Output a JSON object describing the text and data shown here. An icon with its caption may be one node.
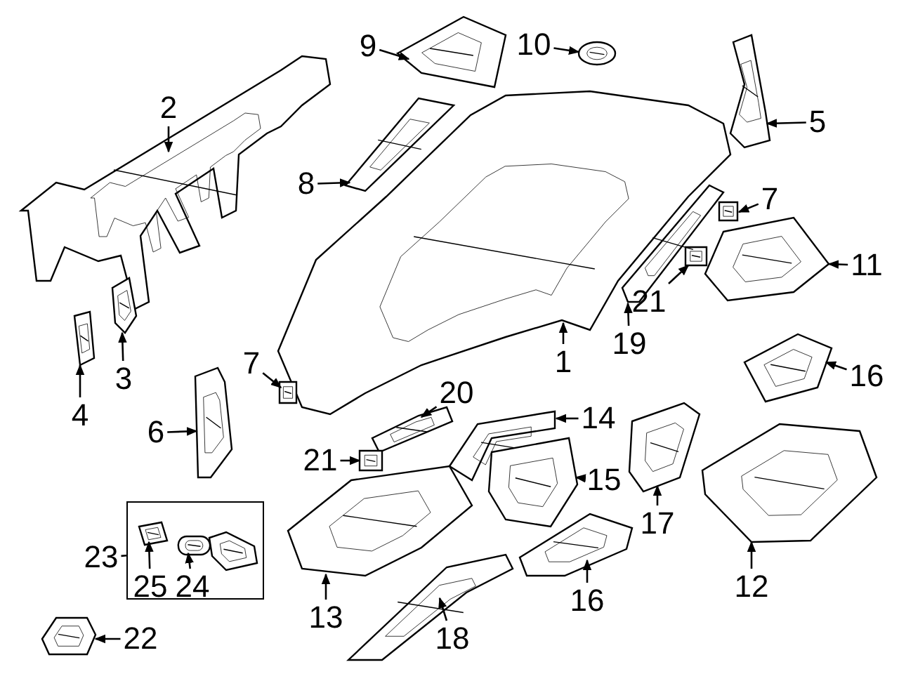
{
  "diagram": {
    "nodes": [
      {
        "text": [
          "9"
        ]
      },
      {
        "text": [
          "10"
        ]
      },
      {
        "text": [
          "2"
        ]
      },
      {
        "text": [
          "5"
        ]
      },
      {
        "text": [
          "8"
        ]
      },
      {
        "text": [
          "7"
        ]
      },
      {
        "text": [
          "11"
        ]
      },
      {
        "text": [
          "21"
        ]
      },
      {
        "text": [
          "1"
        ]
      },
      {
        "text": [
          "19"
        ]
      },
      {
        "text": [
          "16"
        ]
      },
      {
        "text": [
          "3"
        ]
      },
      {
        "text": [
          "4"
        ]
      },
      {
        "text": [
          "6"
        ]
      },
      {
        "text": [
          "7"
        ]
      },
      {
        "text": [
          "20"
        ]
      },
      {
        "text": [
          "14"
        ]
      },
      {
        "text": [
          "17"
        ]
      },
      {
        "text": [
          "21"
        ]
      },
      {
        "text": [
          "15"
        ]
      },
      {
        "text": [
          "23"
        ]
      },
      {
        "text": [],
        "shape": "box"
      },
      {
        "text": [
          "25"
        ],
        "in": 21
      },
      {
        "text": [
          "24"
        ],
        "in": 21
      },
      {
        "text": [
          "12"
        ]
      },
      {
        "text": [
          "13"
        ]
      },
      {
        "text": [
          "16"
        ]
      },
      {
        "text": [
          "18"
        ]
      },
      {
        "text": [
          "22"
        ]
      },
      {
        "text": [],
        "shape": "picture"
      },
      {
        "text": [],
        "shape": "picture"
      },
      {
        "text": [],
        "shape": "picture"
      },
      {
        "text": [],
        "shape": "picture"
      },
      {
        "text": [],
        "shape": "picture"
      },
      {
        "text": [],
        "shape": "picture"
      },
      {
        "text": [],
        "shape": "picture"
      },
      {
        "text": [],
        "shape": "picture"
      },
      {
        "text": [],
        "shape": "picture"
      },
      {
        "text": [],
        "shape": "picture"
      },
      {
        "text": [],
        "shape": "picture"
      },
      {
        "text": [],
        "shape": "picture"
      },
      {
        "text": [],
        "shape": "picture"
      },
      {
        "text": [],
        "shape": "picture"
      },
      {
        "text": [],
        "shape": "picture"
      },
      {
        "text": [],
        "shape": "picture"
      },
      {
        "text": [],
        "shape": "picture"
      },
      {
        "text": [],
        "shape": "picture"
      },
      {
        "text": [],
        "shape": "picture"
      },
      {
        "text": [],
        "shape": "picture"
      },
      {
        "text": [],
        "shape": "picture",
        "in": 21
      },
      {
        "text": [],
        "shape": "picture",
        "in": 21
      },
      {
        "text": [],
        "shape": "picture"
      },
      {
        "text": [],
        "shape": "picture"
      },
      {
        "text": [],
        "shape": "picture"
      },
      {
        "text": [],
        "shape": "picture"
      },
      {
        "text": [],
        "shape": "picture"
      }
    ],
    "edges": [
      {
        "from": 0,
        "to": 29,
        "arrow": "to"
      },
      {
        "from": 1,
        "to": 30,
        "arrow": "to"
      },
      {
        "from": 2,
        "to": 31,
        "arrow": "to"
      },
      {
        "from": 3,
        "to": 32,
        "arrow": "to"
      },
      {
        "from": 4,
        "to": 33,
        "arrow": "to"
      },
      {
        "from": 5,
        "to": 34,
        "arrow": "to"
      },
      {
        "from": 6,
        "to": 35,
        "arrow": "to"
      },
      {
        "from": 7,
        "to": 36,
        "arrow": "to"
      },
      {
        "from": 8,
        "to": 37,
        "arrow": "to"
      },
      {
        "from": 9,
        "to": 38,
        "arrow": "to"
      },
      {
        "from": 10,
        "to": 39,
        "arrow": "to"
      },
      {
        "from": 11,
        "to": 40,
        "arrow": "to"
      },
      {
        "from": 12,
        "to": 41,
        "arrow": "to"
      },
      {
        "from": 13,
        "to": 42,
        "arrow": "to"
      },
      {
        "from": 14,
        "to": 43,
        "arrow": "to"
      },
      {
        "from": 15,
        "to": 44,
        "arrow": "to"
      },
      {
        "from": 16,
        "to": 45,
        "arrow": "to"
      },
      {
        "from": 17,
        "to": 46,
        "arrow": "to"
      },
      {
        "from": 18,
        "to": 47,
        "arrow": "to"
      },
      {
        "from": 19,
        "to": 48,
        "arrow": "to"
      },
      {
        "from": 20,
        "to": 21,
        "arrow": "none"
      },
      {
        "from": 22,
        "to": 49,
        "arrow": "to"
      },
      {
        "from": 23,
        "to": 50,
        "arrow": "to"
      },
      {
        "from": 24,
        "to": 51,
        "arrow": "to"
      },
      {
        "from": 25,
        "to": 52,
        "arrow": "to"
      },
      {
        "from": 26,
        "to": 53,
        "arrow": "to"
      },
      {
        "from": 27,
        "to": 54,
        "arrow": "to"
      },
      {
        "from": 28,
        "to": 55,
        "arrow": "to"
      }
    ]
  }
}
